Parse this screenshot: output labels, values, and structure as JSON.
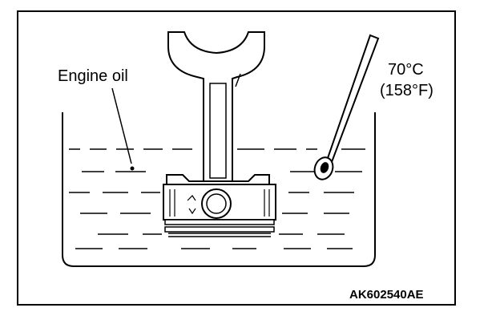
{
  "labels": {
    "engine_oil": "Engine oil",
    "temperature_c": "70°C",
    "temperature_f": "(158°F)",
    "figure_code": "AK602540AE"
  },
  "colors": {
    "line": "#000000",
    "background": "#ffffff"
  }
}
